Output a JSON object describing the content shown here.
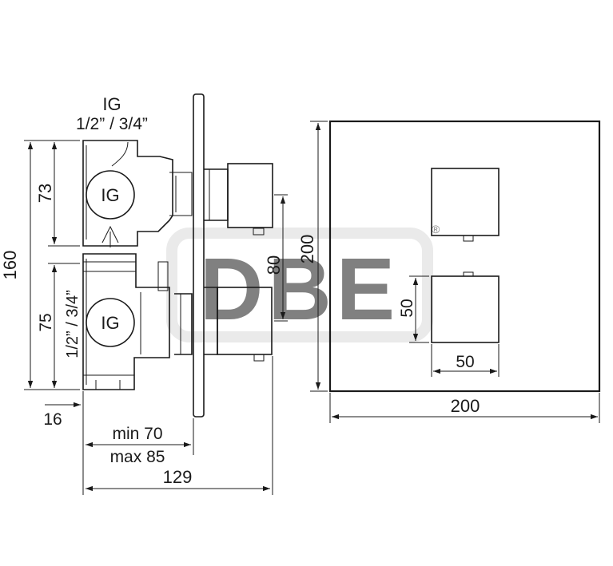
{
  "side_view": {
    "inlet_label": "IG",
    "inlet_size": "1/2” / 3/4”",
    "port_upper": "IG",
    "port_lower": "IG",
    "dim_overall_height": "160",
    "dim_upper_height": "73",
    "dim_lower_height": "75",
    "dim_lower_inlet": "1/2” / 3/4”",
    "dim_handle_spacing": "80",
    "dim_offset": "16",
    "dim_depth_min": "min 70",
    "dim_depth_max": "max 85",
    "dim_total_depth": "129"
  },
  "front_view": {
    "dim_plate_height": "200",
    "dim_plate_width": "200",
    "dim_handle_height": "50",
    "dim_handle_width": "50"
  },
  "watermark": {
    "text": "DBE",
    "registered_mark": "®"
  }
}
